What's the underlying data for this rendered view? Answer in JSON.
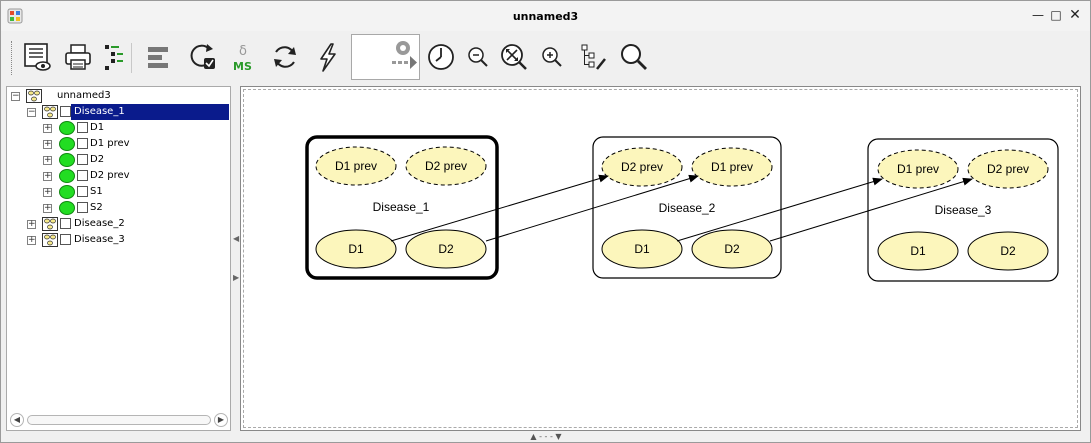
{
  "window": {
    "title": "unnamed3"
  },
  "tree": {
    "root": "unnamed3",
    "disease1": {
      "label": "Disease_1",
      "children": [
        "D1",
        "D1 prev",
        "D2",
        "D2 prev",
        "S1",
        "S2"
      ]
    },
    "disease2": {
      "label": "Disease_2"
    },
    "disease3": {
      "label": "Disease_3"
    }
  },
  "diagram": {
    "clusters": [
      {
        "name": "Disease_1",
        "top": [
          "D1 prev",
          "D2 prev"
        ],
        "bottom": [
          "D1",
          "D2"
        ]
      },
      {
        "name": "Disease_2",
        "top": [
          "D2 prev",
          "D1 prev"
        ],
        "bottom": [
          "D1",
          "D2"
        ]
      },
      {
        "name": "Disease_3",
        "top": [
          "D1 prev",
          "D2 prev"
        ],
        "bottom": [
          "D1",
          "D2"
        ]
      }
    ]
  },
  "colors": {
    "node_fill": "#fcf6bc",
    "selection": "#0a1b8c",
    "tree_node_green": "#22dd22"
  }
}
